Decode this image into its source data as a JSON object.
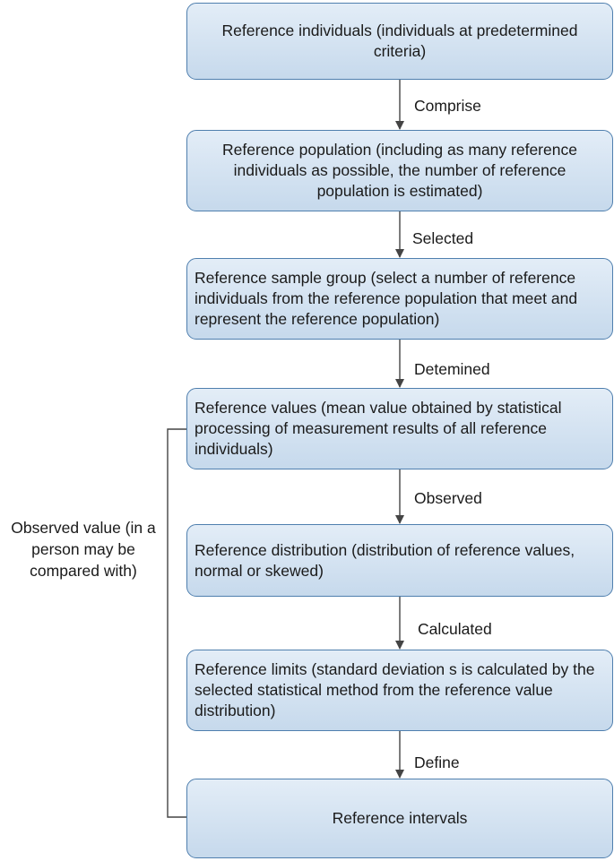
{
  "nodes": [
    {
      "id": "n1",
      "text": "Reference individuals (individuals at predetermined criteria)"
    },
    {
      "id": "n2",
      "text": "Reference population (including as many reference individuals as possible, the number of reference population is estimated)"
    },
    {
      "id": "n3",
      "text": "Reference sample group (select a number of reference individuals from the reference population that meet and represent the reference population)"
    },
    {
      "id": "n4",
      "text": "Reference values (mean value obtained by statistical processing of measurement results of all reference individuals)"
    },
    {
      "id": "n5",
      "text": "Reference distribution (distribution of reference values, normal or skewed)"
    },
    {
      "id": "n6",
      "text": "Reference limits (standard deviation s is calculated by the selected statistical method from the reference value distribution)"
    },
    {
      "id": "n7",
      "text": "Reference intervals"
    }
  ],
  "edges": [
    {
      "from": "n1",
      "to": "n2",
      "label": "Comprise"
    },
    {
      "from": "n2",
      "to": "n3",
      "label": "Selected"
    },
    {
      "from": "n3",
      "to": "n4",
      "label": "Detemined"
    },
    {
      "from": "n4",
      "to": "n5",
      "label": "Observed"
    },
    {
      "from": "n5",
      "to": "n6",
      "label": "Calculated"
    },
    {
      "from": "n6",
      "to": "n7",
      "label": "Define"
    }
  ],
  "side_link": {
    "from": "n7",
    "to": "n4",
    "label": "Observed value (in a person may be compared with)"
  },
  "colors": {
    "box_border": "#4f7fae",
    "box_fill_top": "#e3edf7",
    "box_fill_bottom": "#c6d9ec",
    "arrow": "#444444"
  }
}
